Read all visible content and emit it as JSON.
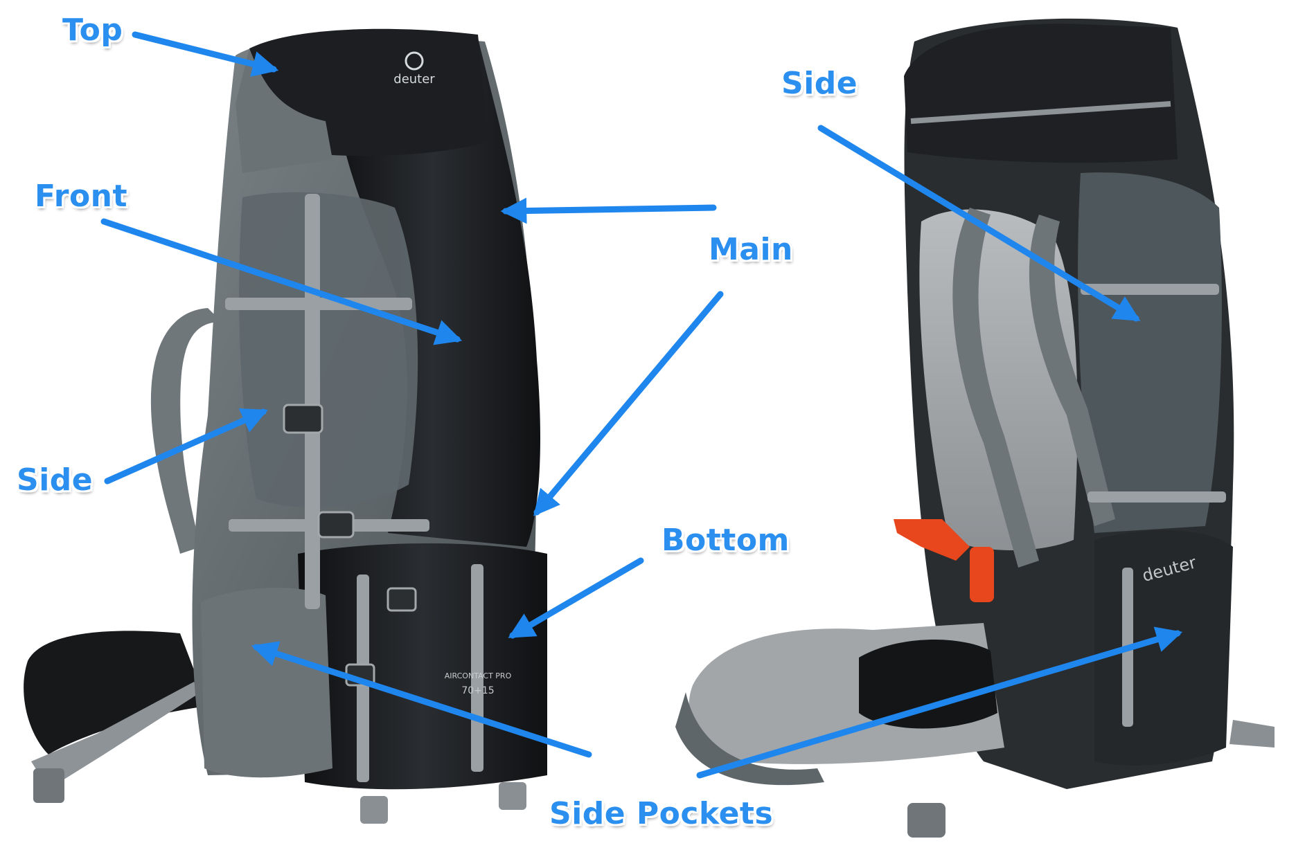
{
  "labels": {
    "top": "Top",
    "front": "Front",
    "side_left": "Side",
    "main": "Main",
    "bottom": "Bottom",
    "side_pockets": "Side Pockets",
    "side_right": "Side"
  },
  "backpack_front": {
    "brand": "deuter",
    "model_line1": "AIRCONTACT PRO",
    "model_line2": "70+15"
  },
  "backpack_back": {
    "brand": "deuter"
  },
  "colors": {
    "arrow": "#1f86ee",
    "label": "#2b8ff0",
    "pack_dark": "#1d1f22",
    "pack_grey": "#5d6468",
    "strap_grey": "#8e9397"
  }
}
